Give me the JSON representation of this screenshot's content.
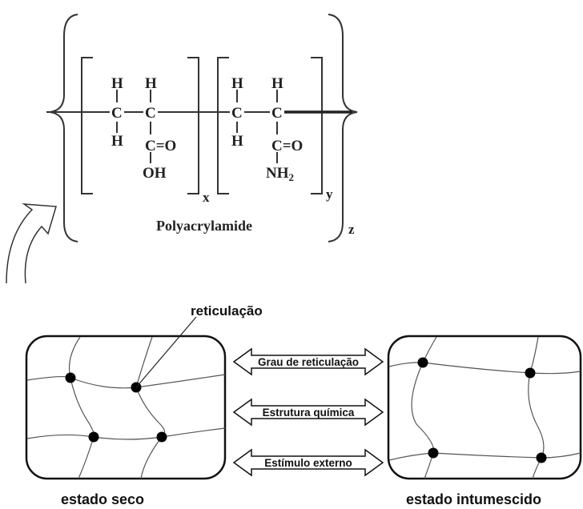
{
  "polymer": {
    "atoms": {
      "h": "H",
      "c": "C",
      "carbonyl": "C=O",
      "hydroxyl": "OH",
      "amide": "NH",
      "amide_sub": "2"
    },
    "subscripts": {
      "x": "x",
      "y": "y",
      "z": "z"
    },
    "name": "Polyacrylamide"
  },
  "network": {
    "crosslink_label": "reticulação",
    "dry_state_label": "estado seco",
    "swollen_state_label": "estado intumescido",
    "arrows": [
      {
        "label": "Grau de reticulação"
      },
      {
        "label": "Estrutura química"
      },
      {
        "label": "Estímulo externo"
      }
    ]
  }
}
